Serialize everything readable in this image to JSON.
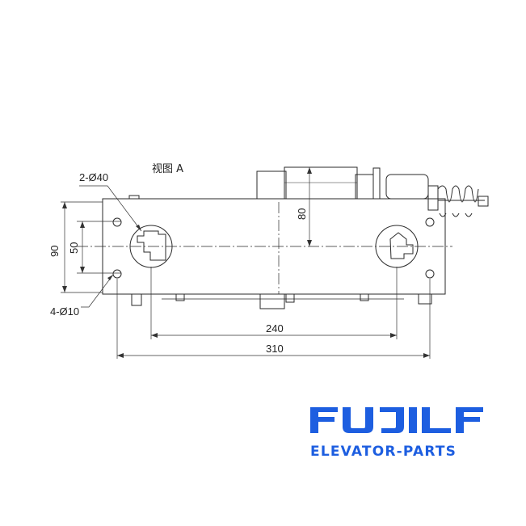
{
  "view_label": "视图 A",
  "dimensions": {
    "hole_large": "2-Ø40",
    "hole_small": "4-Ø10",
    "height_overall": "90",
    "height_holes": "50",
    "housing_height": "80",
    "hole_spacing": "240",
    "overall_width": "310"
  },
  "brand": {
    "logo_text": "FUJILF",
    "tagline": "ELEVATOR-PARTS",
    "color": "#1d5ee0"
  }
}
